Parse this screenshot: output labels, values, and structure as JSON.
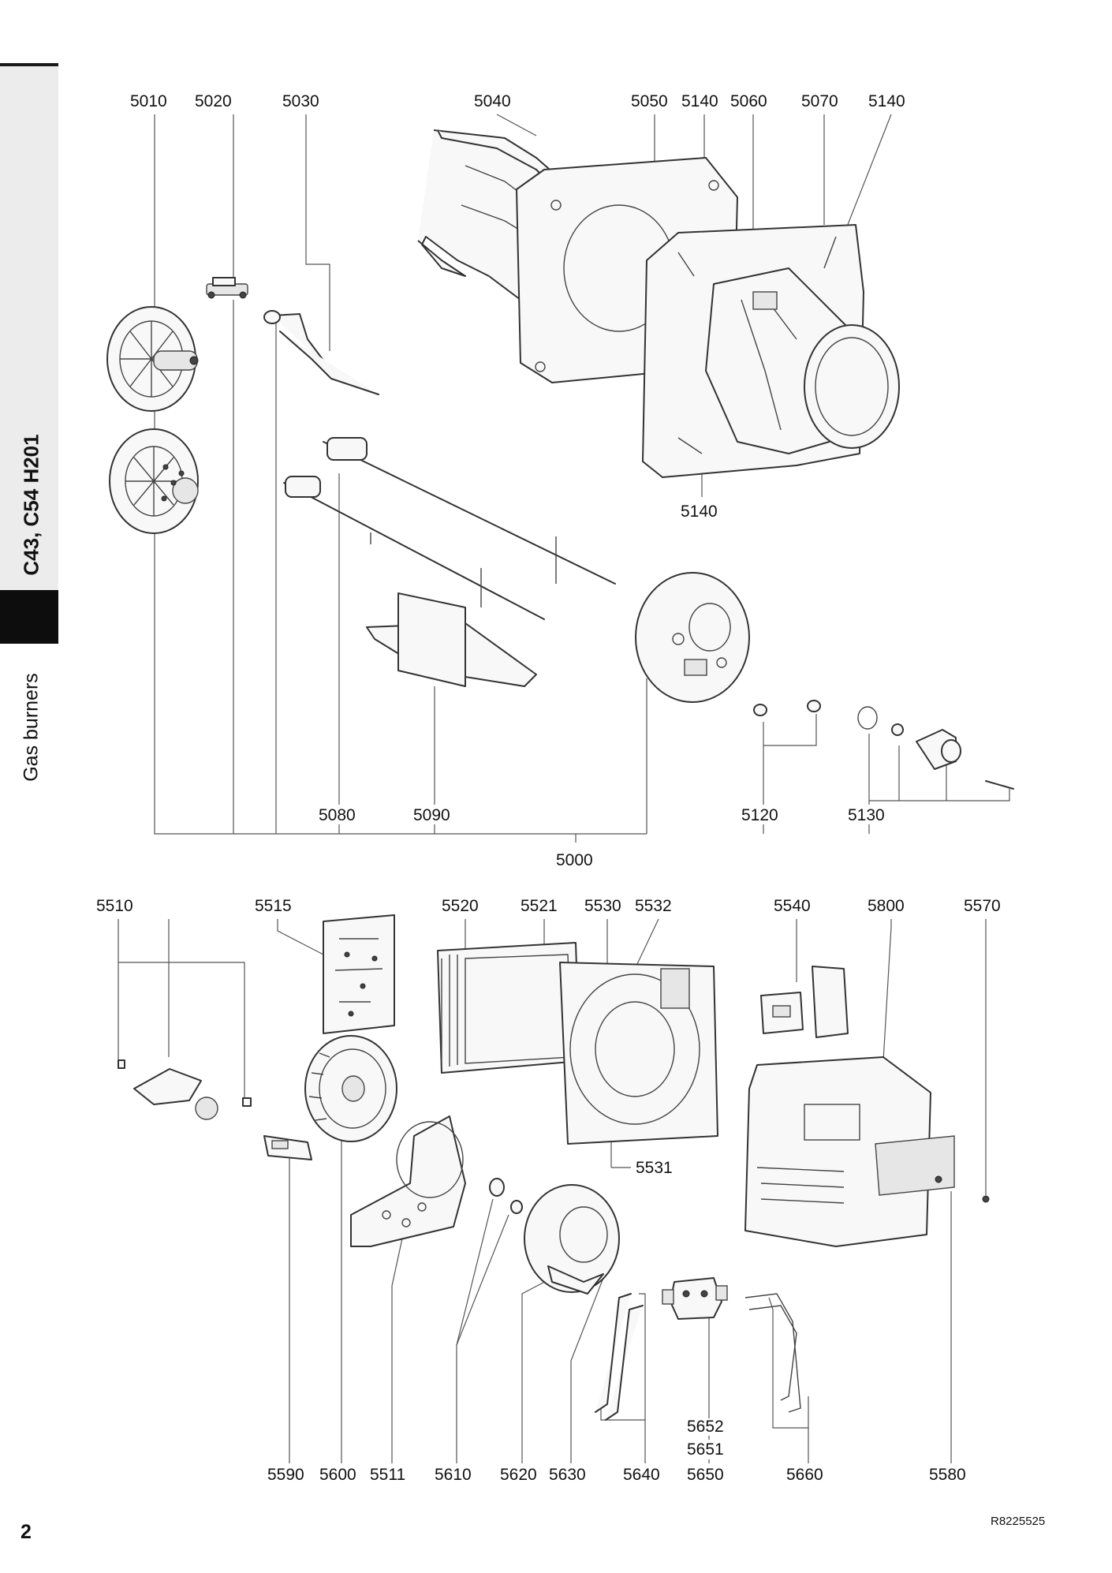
{
  "sidebar": {
    "model_label": "C43, C54 H201",
    "section_label": "Gas burners"
  },
  "page_number": "2",
  "document_code": "R8225525",
  "upper_assembly": {
    "callouts_top": [
      "5010",
      "5020",
      "5030",
      "5040",
      "5050",
      "5140",
      "5060",
      "5070",
      "5140"
    ],
    "callout_5140_mid": "5140",
    "callouts_bottom": [
      "5080",
      "5090",
      "5120",
      "5130"
    ],
    "group_label": "5000"
  },
  "lower_assembly": {
    "callouts_top": [
      "5510",
      "5515",
      "5520",
      "5521",
      "5530",
      "5532",
      "5540",
      "5800",
      "5570"
    ],
    "callout_5531": "5531",
    "callout_5652": "5652",
    "callout_5651": "5651",
    "callouts_bottom": [
      "5590",
      "5600",
      "5511",
      "5610",
      "5620",
      "5630",
      "5640",
      "5650",
      "5660",
      "5580"
    ]
  }
}
